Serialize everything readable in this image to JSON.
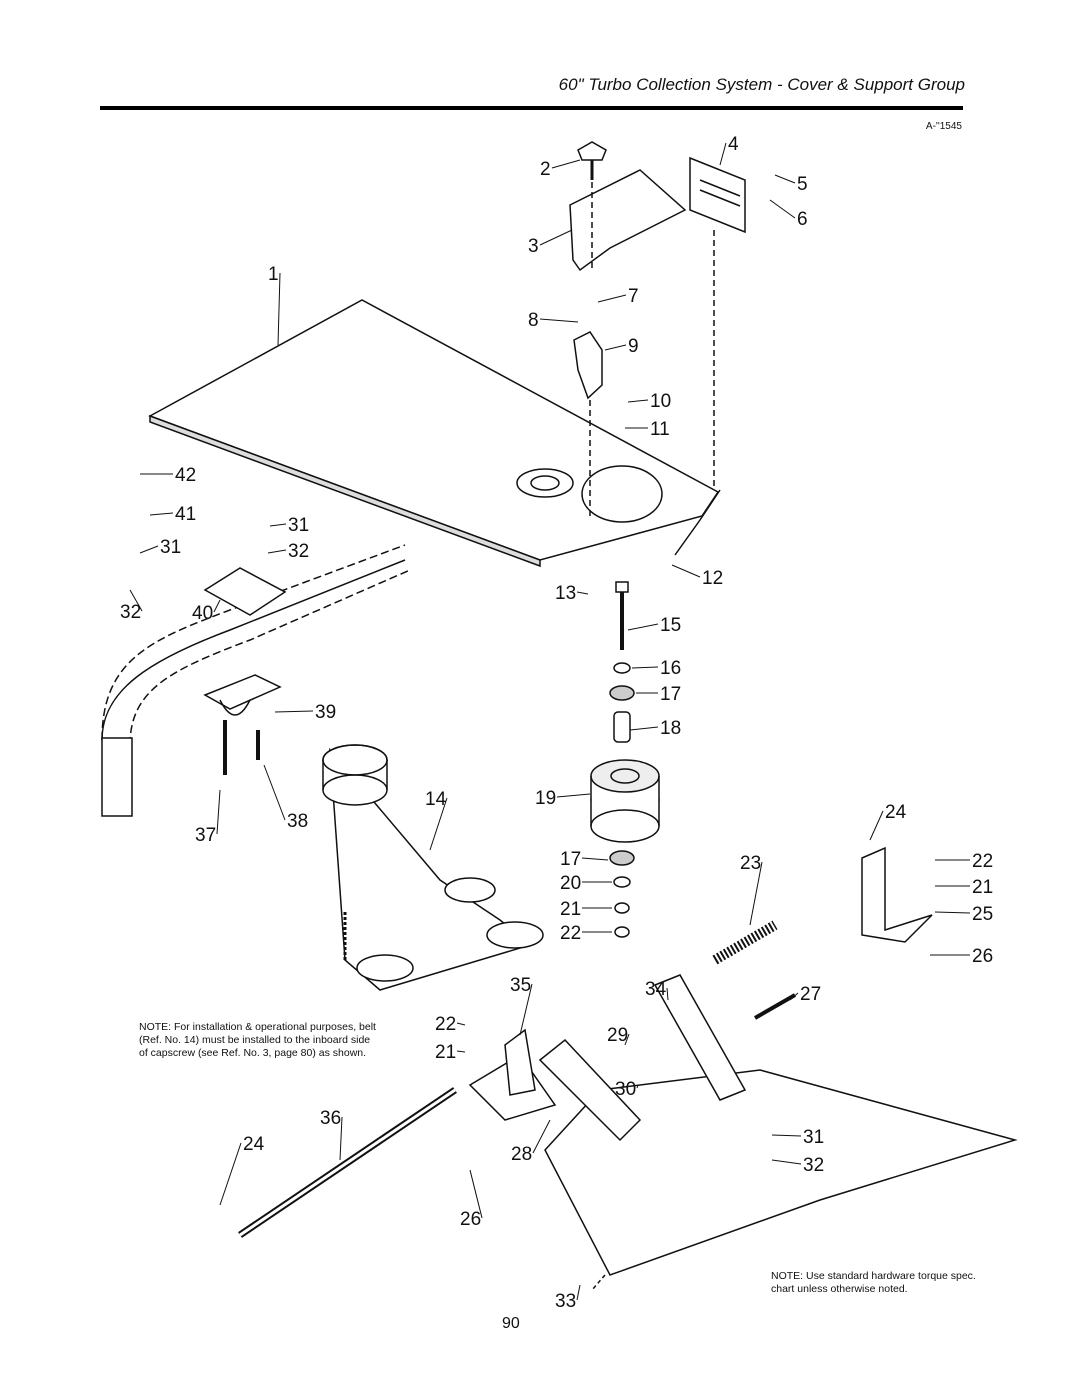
{
  "header": {
    "title": "60\" Turbo Collection System - Cover & Support Group",
    "art_number": "A-''1545"
  },
  "callouts": [
    "2",
    "4",
    "5",
    "6",
    "3",
    "1",
    "7",
    "8",
    "9",
    "10",
    "11",
    "42",
    "41",
    "31",
    "31",
    "32",
    "32",
    "40",
    "13",
    "12",
    "15",
    "16",
    "17",
    "18",
    "39",
    "14",
    "19",
    "37",
    "38",
    "24",
    "22",
    "21",
    "17",
    "20",
    "23",
    "25",
    "21",
    "22",
    "26",
    "35",
    "34",
    "27",
    "22",
    "21",
    "29",
    "30",
    "36",
    "31",
    "32",
    "28",
    "24",
    "26",
    "33"
  ],
  "notes": {
    "belt": "NOTE: For installation & operational purposes, belt (Ref. No. 14) must be installed to the inboard side of capscrew (see Ref. No. 3, page 80) as shown.",
    "torque": "NOTE: Use standard hardware torque spec. chart unless otherwise noted."
  },
  "page_number": "90"
}
